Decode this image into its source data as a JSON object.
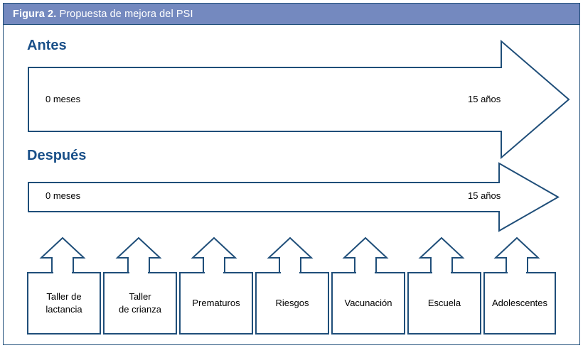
{
  "figure": {
    "caption_number": "Figura 2.",
    "caption_text": "Propuesta de mejora del PSI",
    "header_color": "#7489bf",
    "line_color": "#1f4e79",
    "heading_color": "#1a5089"
  },
  "sections": [
    {
      "heading": "Antes",
      "timeline": {
        "start_label": "0 meses",
        "end_label": "15 años"
      }
    },
    {
      "heading": "Después",
      "timeline": {
        "start_label": "0 meses",
        "end_label": "15 años"
      }
    }
  ],
  "interventions": [
    {
      "label": "Taller de\nlactancia",
      "line1": "Taller de",
      "line2": "lactancia"
    },
    {
      "label": "Taller\nde crianza",
      "line1": "Taller",
      "line2": "de crianza"
    },
    {
      "label": "Prematuros",
      "line1": "Prematuros",
      "line2": ""
    },
    {
      "label": "Riesgos",
      "line1": "Riesgos",
      "line2": ""
    },
    {
      "label": "Vacunación",
      "line1": "Vacunación",
      "line2": ""
    },
    {
      "label": "Escuela",
      "line1": "Escuela",
      "line2": ""
    },
    {
      "label": "Adolescentes",
      "line1": "Adolescentes",
      "line2": ""
    }
  ]
}
